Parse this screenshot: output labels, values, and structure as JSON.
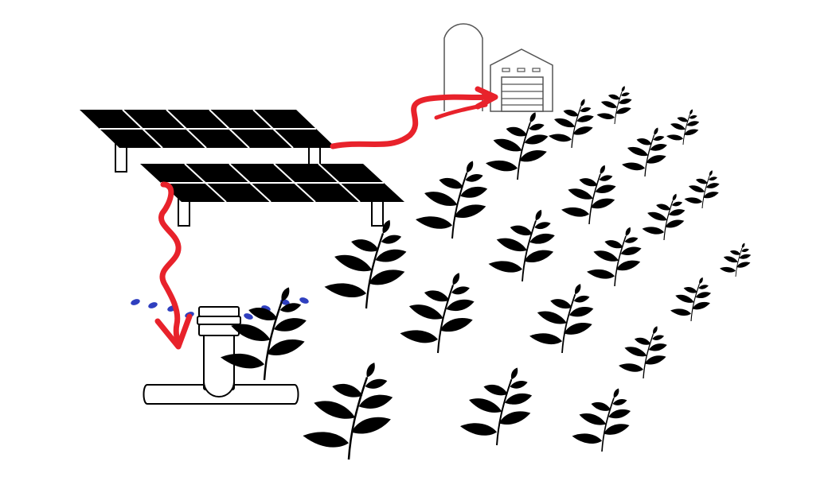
{
  "colors": {
    "background": "#ffffff",
    "silhouette": "#000000",
    "arrow": "#e8222b",
    "water": "#2f3fbf",
    "outline": "#555555"
  },
  "elements": {
    "solar_panels": {
      "icon": "solar-panel-icon",
      "count": 2
    },
    "silo": {
      "icon": "silo-icon"
    },
    "barn": {
      "icon": "barn-garage-icon"
    },
    "irrigation_pump": {
      "icon": "water-pump-icon"
    },
    "crops": {
      "icon": "plant-sprig-icon",
      "rows": 4
    },
    "energy_flows": [
      {
        "from": "solar_panels",
        "to": "barn",
        "icon": "red-squiggle-arrow-icon"
      },
      {
        "from": "solar_panels",
        "to": "irrigation_pump",
        "icon": "red-squiggle-arrow-icon"
      }
    ],
    "water_spray": {
      "icon": "water-droplet-icon"
    }
  }
}
